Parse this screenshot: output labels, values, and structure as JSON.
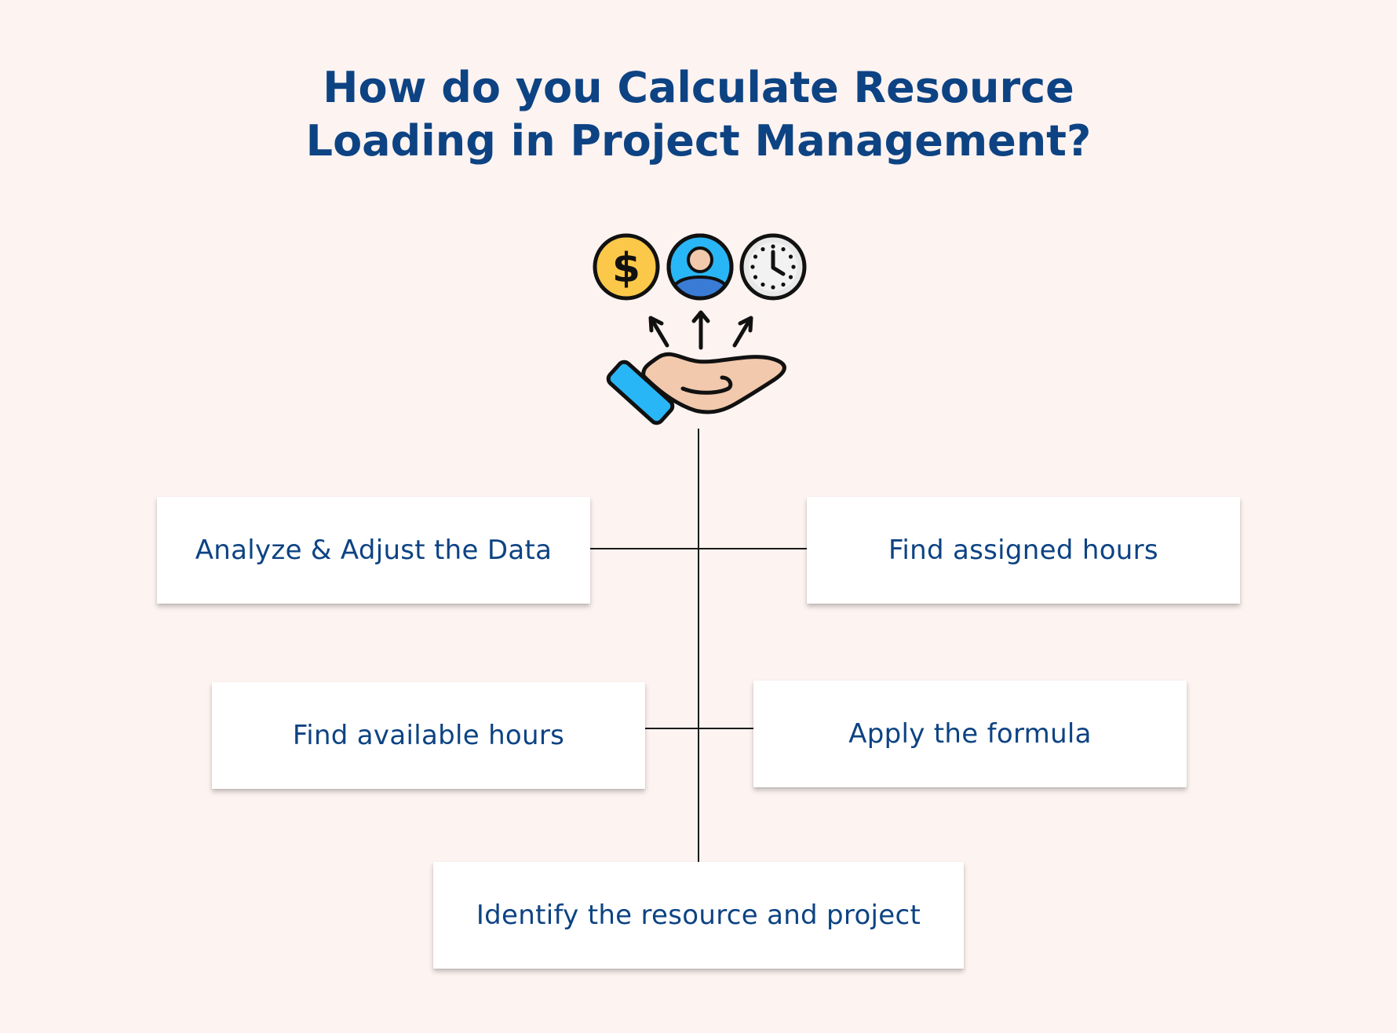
{
  "title": {
    "line1": "How do you Calculate Resource",
    "line2": "Loading in Project Management?"
  },
  "icons": {
    "coin": "dollar-coin-icon",
    "person": "person-icon",
    "clock": "clock-icon",
    "hand": "open-hand-icon",
    "arrows": "up-arrows-icon"
  },
  "colors": {
    "background": "#fdf3f1",
    "title": "#0d4383",
    "box_text": "#0d4383",
    "coin": "#fcc84a",
    "person_bg": "#29b6f6",
    "cuff": "#29b6f6",
    "skin": "#f2c9ad"
  },
  "steps": {
    "analyze": "Analyze & Adjust the Data",
    "assigned": "Find assigned hours",
    "available": "Find available hours",
    "formula": "Apply the formula",
    "identify": "Identify the resource and project"
  }
}
